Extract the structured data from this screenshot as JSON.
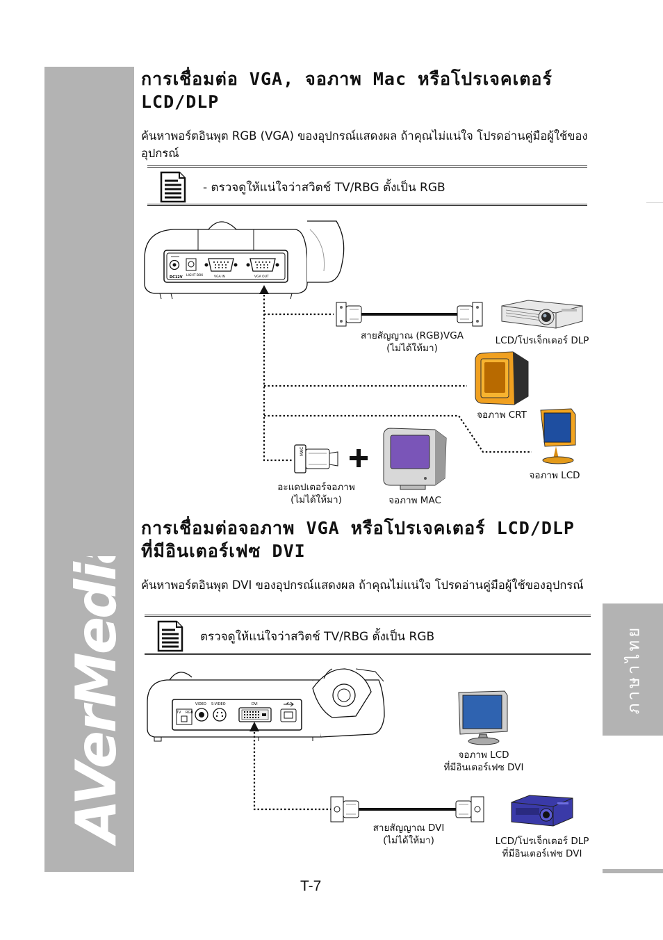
{
  "brand": {
    "logo_text": "AVerMedia"
  },
  "language_tab": "ภาษาไทย",
  "section1": {
    "heading": "การเชื่อมต่อ VGA, จอภาพ Mac หรือโปรเจคเตอร์ LCD/DLP",
    "paragraph": "ค้นหาพอร์ตอินพุต RGB (VGA) ของอุปกรณ์แสดงผล  ถ้าคุณไม่แน่ใจ โปรดอ่านคู่มือผู้ใช้ของอุปกรณ์",
    "note": "- ตรวจดูให้แน่ใจว่าสวิตช์ TV/RBG ตั้งเป็น RGB",
    "panel_ports": [
      "DC12V",
      "LIGHT BOX",
      "VGA IN",
      "VGA OUT"
    ],
    "labels": {
      "cable": [
        "สายสัญญาณ (RGB)VGA",
        "(ไม่ได้ให้มา)"
      ],
      "projector": "LCD/โปรเจ็กเตอร์ DLP",
      "crt": "จอภาพ CRT",
      "lcd": "จอภาพ LCD",
      "adapter": [
        "อะแดปเตอร์จอภาพ",
        "(ไม่ได้ให้มา)"
      ],
      "mac": "จอภาพ MAC",
      "adapter_tag": "MAC"
    }
  },
  "section2": {
    "heading": "การเชื่อมต่อจอภาพ VGA หรือโปรเจคเตอร์ LCD/DLP ที่มีอินเตอร์เฟซ DVI",
    "paragraph": "ค้นหาพอร์ตอินพุต DVI ของอุปกรณ์แสดงผล  ถ้าคุณไม่แน่ใจ โปรดอ่านคู่มือผู้ใช้ของอุปกรณ์",
    "note": "ตรวจดูให้แน่ใจว่าสวิตช์ TV/RBG ตั้งเป็น RGB",
    "panel_ports": [
      "VIDEO",
      "S-VIDEO",
      "DVI",
      "TV",
      "RGB"
    ],
    "labels": {
      "lcd_dvi": [
        "จอภาพ LCD",
        "ที่มีอินเตอร์เฟซ DVI"
      ],
      "cable_dvi": [
        "สายสัญญาณ DVI",
        "(ไม่ได้ให้มา)"
      ],
      "projector_dvi": [
        "LCD/โปรเจ็กเตอร์ DLP",
        "ที่มีอินเตอร์เฟซ DVI"
      ]
    }
  },
  "page_number": "T-7"
}
